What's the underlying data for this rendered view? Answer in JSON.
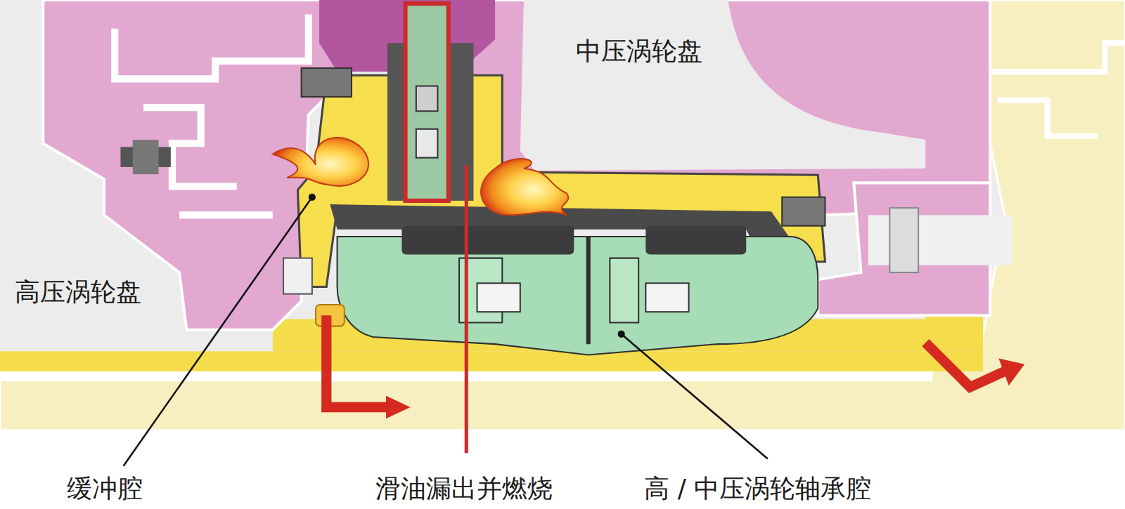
{
  "diagram": {
    "labels": [
      "中压涡轮盘",
      "高压涡轮盘",
      "缓冲腔",
      "滑油漏出并燃烧",
      "高 / 中压涡轮轴承腔"
    ]
  }
}
